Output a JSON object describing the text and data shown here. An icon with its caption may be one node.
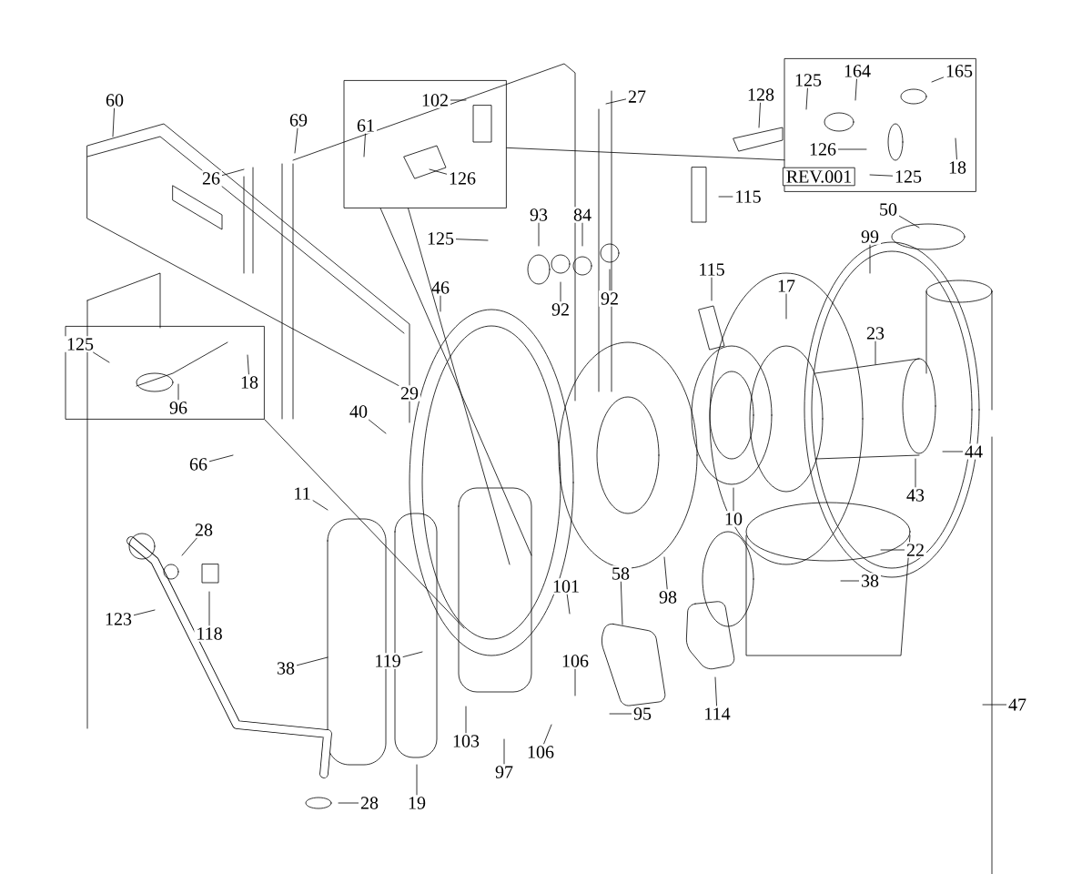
{
  "diagram": {
    "nodes": [
      {
        "text": [
          "60"
        ]
      },
      {
        "text": [],
        "shape": "box"
      },
      {
        "text": [
          "102"
        ],
        "in": 1
      },
      {
        "text": [
          "61"
        ],
        "in": 1
      },
      {
        "text": [
          "126"
        ],
        "in": 1
      },
      {
        "text": [
          "69"
        ]
      },
      {
        "text": [
          "27"
        ]
      },
      {
        "text": [
          "128"
        ]
      },
      {
        "text": [],
        "shape": "box"
      },
      {
        "text": [
          "125"
        ],
        "in": 8
      },
      {
        "text": [
          "164"
        ],
        "in": 8
      },
      {
        "text": [
          "165"
        ],
        "in": 8
      },
      {
        "text": [
          "126"
        ],
        "in": 8
      },
      {
        "text": [
          "18"
        ],
        "in": 8
      },
      {
        "text": [
          "REV.001"
        ],
        "in": 8
      },
      {
        "text": [
          "125"
        ],
        "in": 8
      },
      {
        "text": [
          "26"
        ]
      },
      {
        "text": [
          "115"
        ]
      },
      {
        "text": [
          "50"
        ]
      },
      {
        "text": [
          "84"
        ]
      },
      {
        "text": [
          "93"
        ]
      },
      {
        "text": [
          "99"
        ]
      },
      {
        "text": [
          "125"
        ]
      },
      {
        "text": [
          "115"
        ]
      },
      {
        "text": [
          "46"
        ]
      },
      {
        "text": [
          "17"
        ]
      },
      {
        "text": [
          "92"
        ]
      },
      {
        "text": [
          "92"
        ]
      },
      {
        "text": [
          "23"
        ]
      },
      {
        "text": [],
        "shape": "box"
      },
      {
        "text": [
          "125"
        ],
        "in": 29
      },
      {
        "text": [
          "18"
        ],
        "in": 29
      },
      {
        "text": [
          "96"
        ],
        "in": 29
      },
      {
        "text": [
          "29"
        ]
      },
      {
        "text": [
          "40"
        ]
      },
      {
        "text": [
          "44"
        ]
      },
      {
        "text": [
          "66"
        ]
      },
      {
        "text": [
          "11"
        ]
      },
      {
        "text": [
          "43"
        ]
      },
      {
        "text": [
          "10"
        ]
      },
      {
        "text": [
          "28"
        ]
      },
      {
        "text": [
          "22"
        ]
      },
      {
        "text": [
          "58"
        ]
      },
      {
        "text": [
          "38"
        ]
      },
      {
        "text": [
          "101"
        ]
      },
      {
        "text": [
          "98"
        ]
      },
      {
        "text": [
          "123"
        ]
      },
      {
        "text": [
          "118"
        ]
      },
      {
        "text": [
          "106"
        ]
      },
      {
        "text": [
          "38"
        ]
      },
      {
        "text": [
          "119"
        ]
      },
      {
        "text": [
          "95"
        ]
      },
      {
        "text": [
          "114"
        ]
      },
      {
        "text": [
          "47"
        ]
      },
      {
        "text": [
          "103"
        ]
      },
      {
        "text": [
          "106"
        ]
      },
      {
        "text": [
          "97"
        ]
      },
      {
        "text": [
          "28"
        ]
      },
      {
        "text": [
          "19"
        ]
      }
    ],
    "edges": [
      {
        "from": 0,
        "to": null,
        "arrow": "none"
      },
      {
        "from": 1,
        "to": null,
        "arrow": "none"
      },
      {
        "from": 1,
        "to": null,
        "arrow": "none"
      },
      {
        "from": 2,
        "to": null,
        "arrow": "none"
      },
      {
        "from": 3,
        "to": null,
        "arrow": "none"
      },
      {
        "from": 4,
        "to": null,
        "arrow": "none"
      },
      {
        "from": 5,
        "to": null,
        "arrow": "none"
      },
      {
        "from": 6,
        "to": null,
        "arrow": "none"
      },
      {
        "from": 7,
        "to": null,
        "arrow": "none"
      },
      {
        "from": 8,
        "to": 1,
        "arrow": "none"
      },
      {
        "from": 9,
        "to": null,
        "arrow": "none"
      },
      {
        "from": 10,
        "to": null,
        "arrow": "none"
      },
      {
        "from": 11,
        "to": null,
        "arrow": "none"
      },
      {
        "from": 12,
        "to": null,
        "arrow": "none"
      },
      {
        "from": 13,
        "to": null,
        "arrow": "none"
      },
      {
        "from": 15,
        "to": null,
        "arrow": "none"
      },
      {
        "from": 16,
        "to": null,
        "arrow": "none"
      },
      {
        "from": 17,
        "to": null,
        "arrow": "none"
      },
      {
        "from": 18,
        "to": null,
        "arrow": "none"
      },
      {
        "from": 19,
        "to": null,
        "arrow": "none"
      },
      {
        "from": 20,
        "to": null,
        "arrow": "none"
      },
      {
        "from": 21,
        "to": null,
        "arrow": "none"
      },
      {
        "from": 22,
        "to": null,
        "arrow": "none"
      },
      {
        "from": 23,
        "to": null,
        "arrow": "none"
      },
      {
        "from": 24,
        "to": null,
        "arrow": "none"
      },
      {
        "from": 25,
        "to": null,
        "arrow": "none"
      },
      {
        "from": 26,
        "to": null,
        "arrow": "none"
      },
      {
        "from": 27,
        "to": null,
        "arrow": "none"
      },
      {
        "from": 28,
        "to": null,
        "arrow": "none"
      },
      {
        "from": 29,
        "to": null,
        "arrow": "none"
      },
      {
        "from": 30,
        "to": null,
        "arrow": "none"
      },
      {
        "from": 31,
        "to": null,
        "arrow": "none"
      },
      {
        "from": 32,
        "to": null,
        "arrow": "none"
      },
      {
        "from": 33,
        "to": null,
        "arrow": "none"
      },
      {
        "from": 34,
        "to": null,
        "arrow": "none"
      },
      {
        "from": 35,
        "to": null,
        "arrow": "none"
      },
      {
        "from": 36,
        "to": null,
        "arrow": "none"
      },
      {
        "from": 37,
        "to": null,
        "arrow": "none"
      },
      {
        "from": 38,
        "to": null,
        "arrow": "none"
      },
      {
        "from": 39,
        "to": null,
        "arrow": "none"
      },
      {
        "from": 40,
        "to": null,
        "arrow": "none"
      },
      {
        "from": 41,
        "to": null,
        "arrow": "none"
      },
      {
        "from": 42,
        "to": null,
        "arrow": "none"
      },
      {
        "from": 43,
        "to": null,
        "arrow": "none"
      },
      {
        "from": 44,
        "to": null,
        "arrow": "none"
      },
      {
        "from": 45,
        "to": null,
        "arrow": "none"
      },
      {
        "from": 46,
        "to": null,
        "arrow": "none"
      },
      {
        "from": 47,
        "to": null,
        "arrow": "none"
      },
      {
        "from": 48,
        "to": null,
        "arrow": "none"
      },
      {
        "from": 49,
        "to": null,
        "arrow": "none"
      },
      {
        "from": 50,
        "to": null,
        "arrow": "none"
      },
      {
        "from": 51,
        "to": null,
        "arrow": "none"
      },
      {
        "from": 52,
        "to": null,
        "arrow": "none"
      },
      {
        "from": 53,
        "to": null,
        "arrow": "none"
      },
      {
        "from": 54,
        "to": null,
        "arrow": "none"
      },
      {
        "from": 55,
        "to": null,
        "arrow": "none"
      },
      {
        "from": 56,
        "to": null,
        "arrow": "none"
      },
      {
        "from": 57,
        "to": null,
        "arrow": "none"
      },
      {
        "from": 58,
        "to": null,
        "arrow": "none"
      }
    ]
  }
}
